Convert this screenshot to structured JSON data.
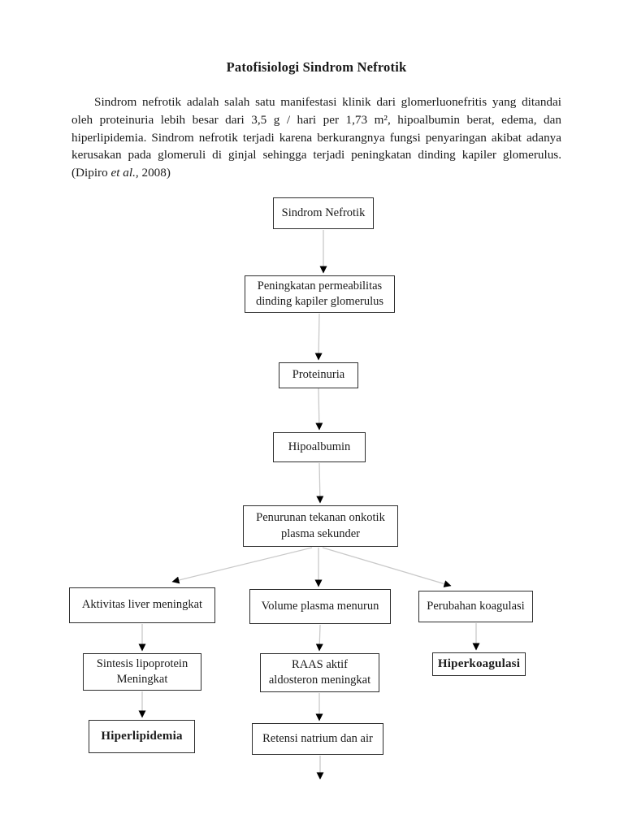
{
  "colors": {
    "background": "#ffffff",
    "text": "#1a1a1a",
    "box_border": "#2d2d2d",
    "connector_line": "#c9c9c9",
    "arrowhead": "#000000"
  },
  "header": {
    "title": "Patofisiologi Sindrom Nefrotik"
  },
  "paragraph": {
    "text": "Sindrom nefrotik adalah salah satu manifestasi klinik dari glomerluonefritis yang ditandai oleh proteinuria lebih besar dari 3,5 g / hari per 1,73 m², hipoalbumin berat, edema, dan hiperlipidemia. Sindrom nefrotik terjadi karena berkurangnya fungsi penyaringan akibat adanya kerusakan pada glomeruli di ginjal sehingga terjadi peningkatan dinding kapiler glomerulus. (Dipiro ",
    "citation_italic": "et al.",
    "citation_suffix": ", 2008)"
  },
  "flowchart": {
    "nodes": [
      {
        "id": "sindrom-nefrotik",
        "label": "Sindrom Nefrotik"
      },
      {
        "id": "peningkatan-permeabilitas",
        "label": "Peningkatan permeabilitas\ndinding kapiler glomerulus"
      },
      {
        "id": "proteinuria",
        "label": "Proteinuria"
      },
      {
        "id": "hipoalbumin",
        "label": "Hipoalbumin"
      },
      {
        "id": "penurunan-tekanan-onkotik",
        "label": "Penurunan tekanan onkotik\nplasma sekunder"
      },
      {
        "id": "aktivitas-liver",
        "label": "Aktivitas liver meningkat"
      },
      {
        "id": "volume-plasma",
        "label": "Volume plasma menurun"
      },
      {
        "id": "perubahan-koagulasi",
        "label": "Perubahan koagulasi"
      },
      {
        "id": "sintesis-lipoprotein",
        "label": "Sintesis lipoprotein\nMeningkat"
      },
      {
        "id": "raas-aktif",
        "label": "RAAS aktif\naldosteron meningkat"
      },
      {
        "id": "hiperkoagulasi",
        "label": "Hiperkoagulasi",
        "bold": true
      },
      {
        "id": "hiperlipidemia",
        "label": "Hiperlipidemia",
        "bold": true
      },
      {
        "id": "retensi-natrium",
        "label": "Retensi natrium dan air"
      }
    ],
    "edges": [
      "sindrom-nefrotik -> peningkatan-permeabilitas",
      "peningkatan-permeabilitas -> proteinuria",
      "proteinuria -> hipoalbumin",
      "hipoalbumin -> penurunan-tekanan-onkotik",
      "penurunan-tekanan-onkotik -> aktivitas-liver",
      "penurunan-tekanan-onkotik -> volume-plasma",
      "penurunan-tekanan-onkotik -> perubahan-koagulasi",
      "aktivitas-liver -> sintesis-lipoprotein",
      "volume-plasma -> raas-aktif",
      "perubahan-koagulasi -> hiperkoagulasi",
      "sintesis-lipoprotein -> hiperlipidemia",
      "raas-aktif -> retensi-natrium",
      "retensi-natrium -> (lanjut ke bawah)"
    ]
  }
}
